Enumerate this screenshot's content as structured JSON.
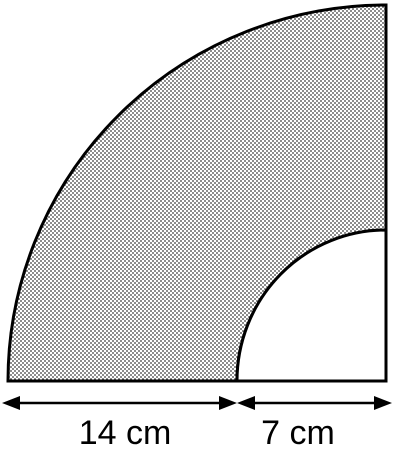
{
  "figure": {
    "shape": "quarter-annulus",
    "fill_pattern": "stippled-dots",
    "stroke_color": "#000000",
    "fill_color": "#ffffff",
    "dot_color": "#3a3a3a"
  },
  "dimensions": {
    "outer_part_label": "14 cm",
    "inner_radius_label": "7 cm"
  }
}
